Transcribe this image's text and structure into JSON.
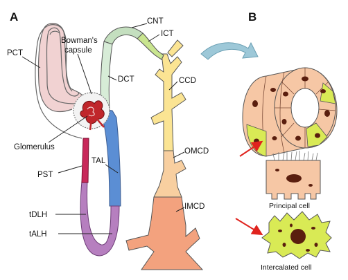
{
  "panels": {
    "a": "A",
    "b": "B"
  },
  "labels": {
    "pct": "PCT",
    "bowman_line1": "Bowman's",
    "bowman_line2": "capsule",
    "glomerulus": "Glomerulus",
    "pst": "PST",
    "tdlh": "tDLH",
    "talh": "tALH",
    "tal": "TAL",
    "dct": "DCT",
    "cnt": "CNT",
    "ict": "ICT",
    "ccd": "CCD",
    "omcd": "OMCD",
    "imcd": "IMCD",
    "principal_cell": "Principal cell",
    "intercalated_cell": "Intercalated cell"
  },
  "colors": {
    "pct": "#f1d2d2",
    "pst": "#c8285a",
    "thin_limb": "#b67fbf",
    "tal": "#5b8ed4",
    "dct": "#d7ecd7",
    "cnt": "#c4dfbf",
    "ict": "#c9e58f",
    "ccd": "#fbe493",
    "omcd": "#f8cfa0",
    "imcd": "#f3a27e",
    "glomerulus": "#c0262b",
    "principal": "#f6c7a5",
    "intercalated": "#d9ea55",
    "nucleus": "#5a1e0e",
    "arrow_red": "#e0231e",
    "arrow_teal": "#9dc8d8"
  }
}
